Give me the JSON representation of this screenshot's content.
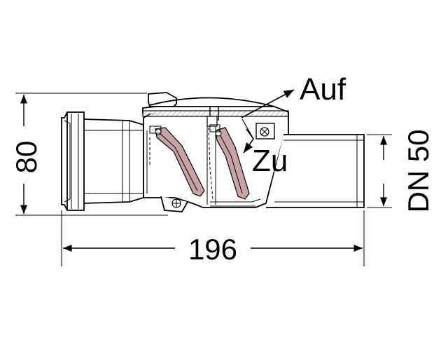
{
  "drawing": {
    "labels": {
      "open": "Auf",
      "closed": "Zu"
    },
    "dimensions": {
      "height": "80",
      "length": "196",
      "nominal_diameter": "DN 50"
    }
  },
  "colors": {
    "line": "#000000",
    "body_fill": "#ffffff",
    "flap_fill": "#c8a4a4",
    "hatch": "#8a8a8a"
  }
}
